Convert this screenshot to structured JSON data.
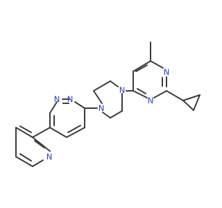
{
  "molecule": {
    "colors": {
      "bond": "#3a3a3a",
      "nitrogen": "#2b3cc2",
      "background": "#ffffff"
    },
    "atom_labels": {
      "pyrimidine_n_top": "N",
      "pyrimidine_n_bottom": "N",
      "piperazine_n_right": "N",
      "piperazine_n_left": "N",
      "pyridazine_n_upper": "N",
      "pyridazine_n_lower": "N",
      "pyridine_n": "N"
    }
  }
}
